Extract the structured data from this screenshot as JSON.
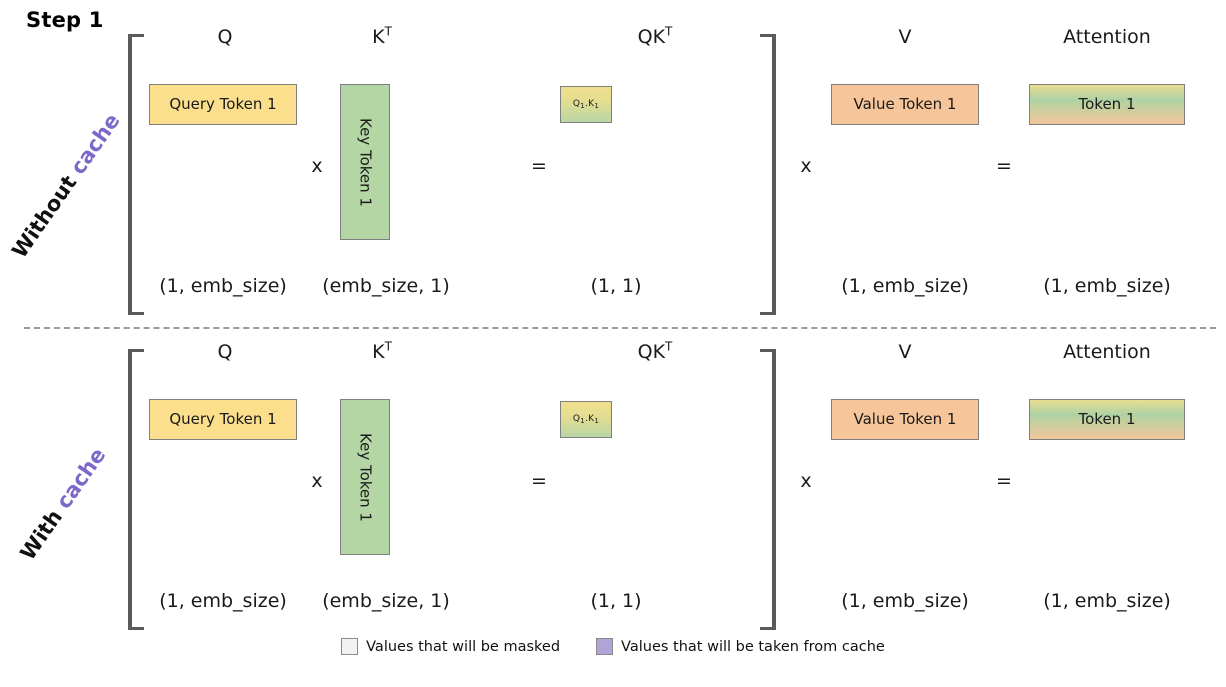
{
  "title": "Step 1",
  "legend": {
    "items": [
      {
        "label": "Values that will be masked",
        "color": "#f2f2f2",
        "icon": "masked-swatch"
      },
      {
        "label": "Values that will be taken from cache",
        "color": "#b0a3d8",
        "icon": "cache-swatch"
      }
    ]
  },
  "colors": {
    "query": "#fbdf8d",
    "key": "#b4d6a4",
    "value": "#f6c69a",
    "accent_purple": "#7b68c8",
    "bracket": "#5a5a5a",
    "box_border": "#808080",
    "divider": "#9a9a9a"
  },
  "rows": [
    {
      "id": "without-cache",
      "side_label_part1": "Without",
      "side_label_part2": "cache",
      "headers": {
        "q": "Q",
        "kt_base": "K",
        "kt_sup": "T",
        "qkt_base": "QK",
        "qkt_sup": "T",
        "v": "V",
        "attention": "Attention"
      },
      "boxes": {
        "query": "Query Token 1",
        "key": "Key Token 1",
        "qk_base": "Q",
        "qk_sub1": "1",
        "qk_mid": ".K",
        "qk_sub2": "1",
        "value": "Value Token 1",
        "attention": "Token 1"
      },
      "operators": {
        "mul_left": "x",
        "eq_left": "=",
        "mul_right": "x",
        "eq_right": "="
      },
      "shapes": {
        "q": "(1, emb_size)",
        "kt": "(emb_size, 1)",
        "qkt": "(1, 1)",
        "v": "(1, emb_size)",
        "attention": "(1, emb_size)"
      }
    },
    {
      "id": "with-cache",
      "side_label_part1": "With",
      "side_label_part2": "cache",
      "headers": {
        "q": "Q",
        "kt_base": "K",
        "kt_sup": "T",
        "qkt_base": "QK",
        "qkt_sup": "T",
        "v": "V",
        "attention": "Attention"
      },
      "boxes": {
        "query": "Query Token 1",
        "key": "Key Token 1",
        "qk_base": "Q",
        "qk_sub1": "1",
        "qk_mid": ".K",
        "qk_sub2": "1",
        "value": "Value Token 1",
        "attention": "Token 1"
      },
      "operators": {
        "mul_left": "x",
        "eq_left": "=",
        "mul_right": "x",
        "eq_right": "="
      },
      "shapes": {
        "q": "(1, emb_size)",
        "kt": "(emb_size, 1)",
        "qkt": "(1, 1)",
        "v": "(1, emb_size)",
        "attention": "(1, emb_size)"
      }
    }
  ]
}
